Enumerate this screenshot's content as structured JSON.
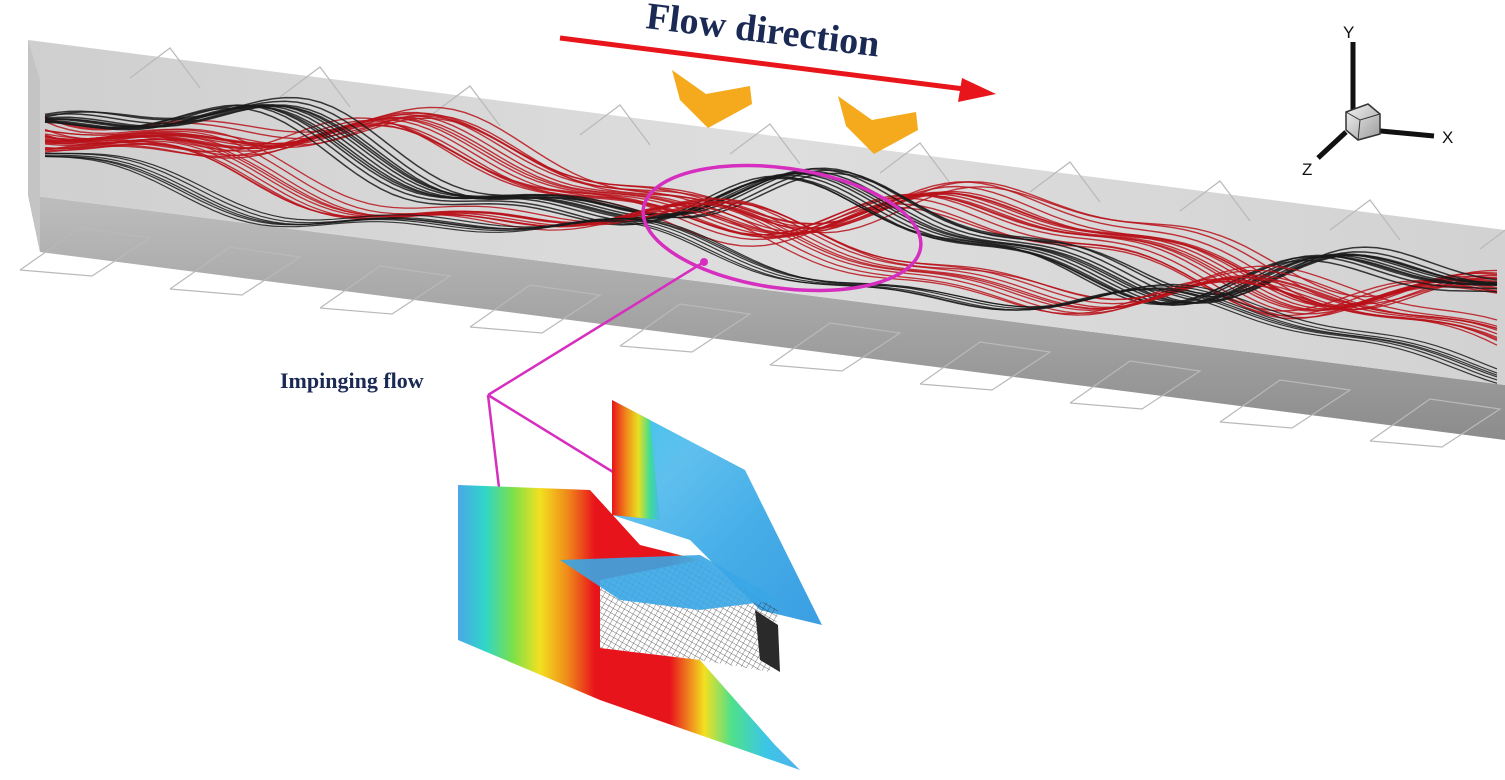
{
  "labels": {
    "flow_direction": "Flow direction",
    "impinging_flow": "Impinging flow"
  },
  "axes": {
    "x": "X",
    "y": "Y",
    "z": "Z"
  },
  "colors": {
    "flow_arrow": "#e8161b",
    "title_text": "#1a2a55",
    "chevron": "#f5a91c",
    "ellipse": "#d62fbf",
    "streamline_red": "#b8121a",
    "streamline_black": "#1a1a1a",
    "channel_face": "#d8d8d8",
    "channel_bottom": "#9a9a9a"
  },
  "icons": [
    "flow-arrow-icon",
    "chevron-icon",
    "axis-triad-icon"
  ]
}
